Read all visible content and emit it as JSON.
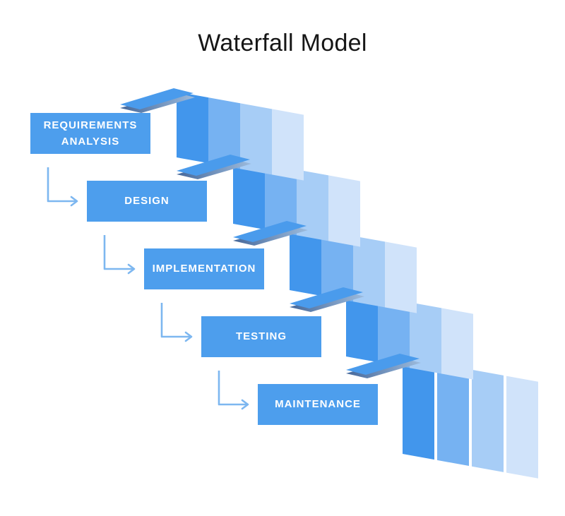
{
  "title": "Waterfall Model",
  "diagram": {
    "phases": [
      {
        "label": "REQUIREMENTS ANALYSIS"
      },
      {
        "label": "DESIGN"
      },
      {
        "label": "IMPLEMENTATION"
      },
      {
        "label": "TESTING"
      },
      {
        "label": "MAINTENANCE"
      }
    ],
    "colors": {
      "title_text": "#161616",
      "box_fill": "#4d9eed",
      "box_text": "#ffffff",
      "arrow": "#7db7f0",
      "tread": "#4a9bec",
      "tread_shadow_dark": "#46689a",
      "tread_shadow_light": "#9cbbdd",
      "bands": [
        "#4296ec",
        "#76b2f2",
        "#a7cdf6",
        "#d0e3fa"
      ]
    }
  }
}
